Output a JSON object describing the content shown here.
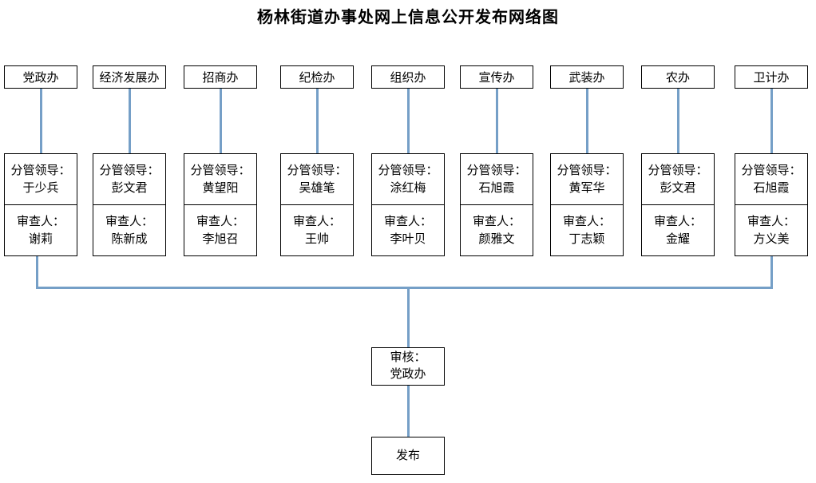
{
  "title": "杨林街道办事处网上信息公开发布网络图",
  "labels": {
    "leader": "分管领导：",
    "reviewer": "审查人："
  },
  "departments": [
    {
      "name": "党政办",
      "leader": "于少兵",
      "reviewer": "谢莉"
    },
    {
      "name": "经济发展办",
      "leader": "彭文君",
      "reviewer": "陈新成"
    },
    {
      "name": "招商办",
      "leader": "黄望阳",
      "reviewer": "李旭召"
    },
    {
      "name": "纪检办",
      "leader": "吴雄笔",
      "reviewer": "王帅"
    },
    {
      "name": "组织办",
      "leader": "涂红梅",
      "reviewer": "李叶贝"
    },
    {
      "name": "宣传办",
      "leader": "石旭霞",
      "reviewer": "颜雅文"
    },
    {
      "name": "武装办",
      "leader": "黄军华",
      "reviewer": "丁志颖"
    },
    {
      "name": "农办",
      "leader": "彭文君",
      "reviewer": "金耀"
    },
    {
      "name": "卫计办",
      "leader": "石旭霞",
      "reviewer": "方义美"
    }
  ],
  "review_node": {
    "line1": "审核：",
    "line2": "党政办"
  },
  "publish_node": {
    "label": "发布"
  },
  "colors": {
    "connector": "#759FC7",
    "box-border": "#000000"
  }
}
